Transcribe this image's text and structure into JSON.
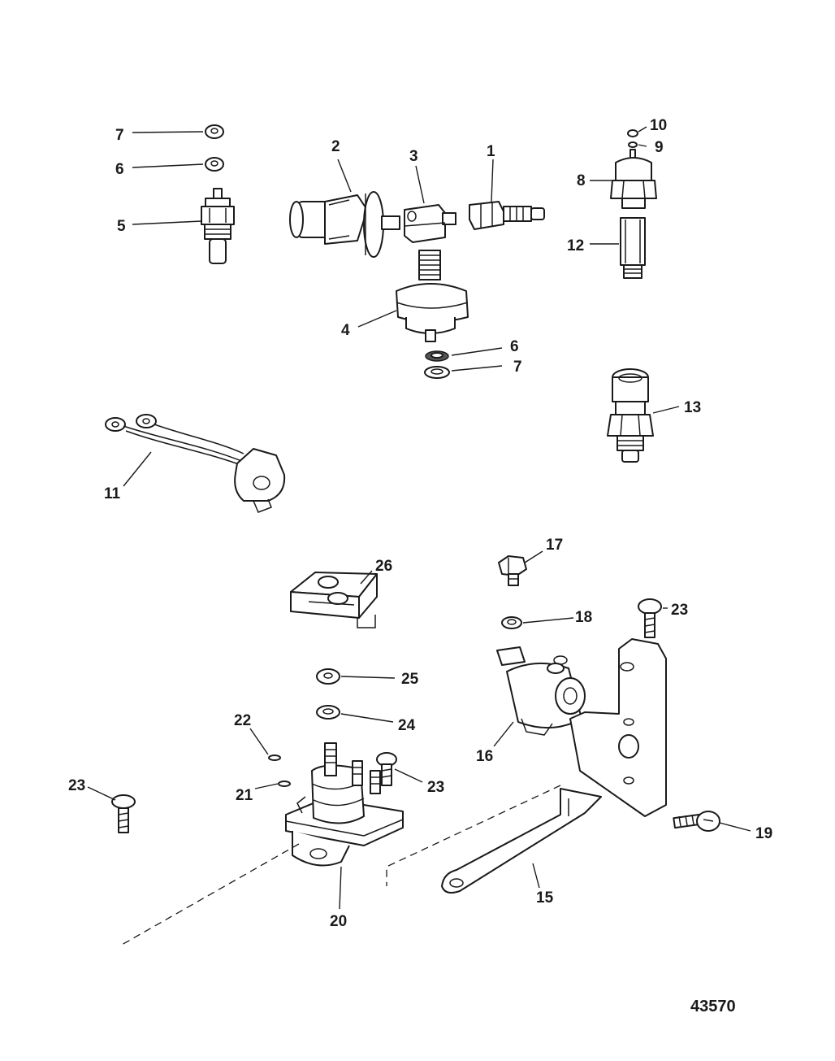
{
  "diagram": {
    "callouts": [
      {
        "id": "c1",
        "text": "1"
      },
      {
        "id": "c2",
        "text": "2"
      },
      {
        "id": "c3",
        "text": "3"
      },
      {
        "id": "c4",
        "text": "4"
      },
      {
        "id": "c5",
        "text": "5"
      },
      {
        "id": "c6a",
        "text": "6"
      },
      {
        "id": "c6b",
        "text": "6"
      },
      {
        "id": "c7a",
        "text": "7"
      },
      {
        "id": "c7b",
        "text": "7"
      },
      {
        "id": "c8",
        "text": "8"
      },
      {
        "id": "c9",
        "text": "9"
      },
      {
        "id": "c10",
        "text": "10"
      },
      {
        "id": "c11",
        "text": "11"
      },
      {
        "id": "c12",
        "text": "12"
      },
      {
        "id": "c13",
        "text": "13"
      },
      {
        "id": "c15",
        "text": "15"
      },
      {
        "id": "c16",
        "text": "16"
      },
      {
        "id": "c17",
        "text": "17"
      },
      {
        "id": "c18",
        "text": "18"
      },
      {
        "id": "c19",
        "text": "19"
      },
      {
        "id": "c20",
        "text": "20"
      },
      {
        "id": "c21",
        "text": "21"
      },
      {
        "id": "c22",
        "text": "22"
      },
      {
        "id": "c23a",
        "text": "23"
      },
      {
        "id": "c23b",
        "text": "23"
      },
      {
        "id": "c23c",
        "text": "23"
      },
      {
        "id": "c24",
        "text": "24"
      },
      {
        "id": "c25",
        "text": "25"
      },
      {
        "id": "c26",
        "text": "26"
      }
    ],
    "reference_number": "43570"
  }
}
